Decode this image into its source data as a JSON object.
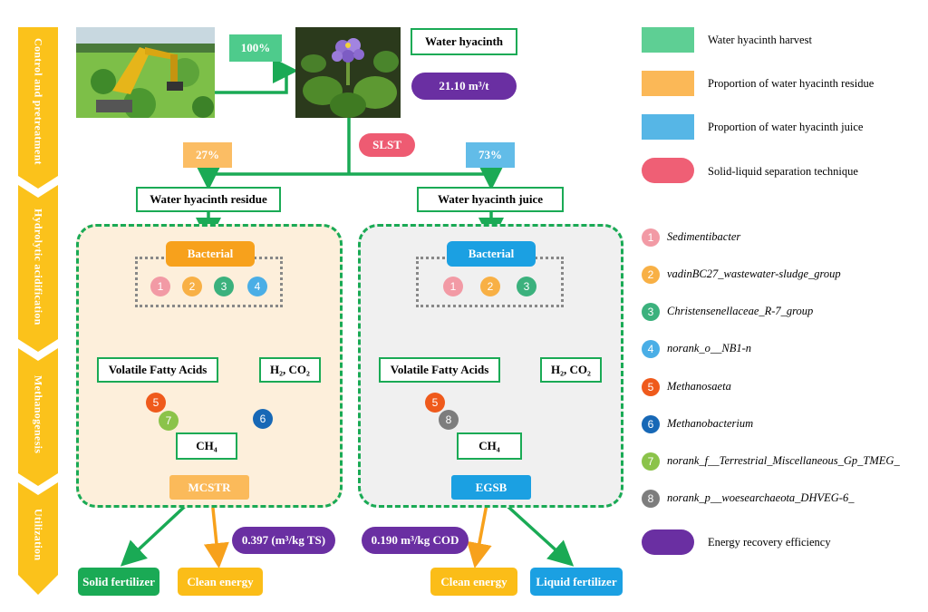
{
  "stages": [
    "Control and pretreatment",
    "Hydrolytic acidification",
    "Methanogenesis",
    "Utilization"
  ],
  "top": {
    "harvest_pct": "100%",
    "water_hyacinth": "Water hyacinth",
    "energy": "21.10 m³/t",
    "slst": "SLST",
    "residue_pct": "27%",
    "juice_pct": "73%"
  },
  "residue": {
    "title": "Water hyacinth residue",
    "bacterial": "Bacterial",
    "bact_nums": [
      "1",
      "2",
      "3",
      "4"
    ],
    "vfa": "Volatile Fatty Acids",
    "h2": "H₂, CO₂",
    "ch4": "CH₄",
    "arch_nums": [
      "5",
      "7",
      "6"
    ],
    "reactor": "MCSTR",
    "efficiency": "0.397 (m³/kg TS)",
    "out_left": "Solid fertilizer",
    "out_right": "Clean energy"
  },
  "juice": {
    "title": "Water hyacinth juice",
    "bacterial": "Bacterial",
    "bact_nums": [
      "1",
      "2",
      "3"
    ],
    "vfa": "Volatile Fatty Acids",
    "h2": "H₂, CO₂",
    "ch4": "CH₄",
    "arch_nums": [
      "5",
      "8"
    ],
    "reactor": "EGSB",
    "efficiency": "0.190 m³/kg COD",
    "out_left": "Clean energy",
    "out_right": "Liquid fertilizer"
  },
  "legend": {
    "swatches": [
      {
        "label": "Water hyacinth harvest",
        "color": "#5ecf94"
      },
      {
        "label": "Proportion of water hyacinth residue",
        "color": "#fbb857"
      },
      {
        "label": "Proportion of water hyacinth juice",
        "color": "#56b6e6"
      },
      {
        "label": "Solid-liquid separation technique",
        "color": "#ef5f75"
      }
    ],
    "organisms": [
      {
        "num": "1",
        "label": "Sedimentibacter",
        "color": "#f29aa5"
      },
      {
        "num": "2",
        "label": "vadinBC27_wastewater-sludge_group",
        "color": "#f8b045"
      },
      {
        "num": "3",
        "label": "Christensenellaceae_R-7_group",
        "color": "#3bb17d"
      },
      {
        "num": "4",
        "label": "norank_o__NB1-n",
        "color": "#4aaee6"
      },
      {
        "num": "5",
        "label": "Methanosaeta",
        "color": "#ef5a1c"
      },
      {
        "num": "6",
        "label": "Methanobacterium",
        "color": "#1768b6"
      },
      {
        "num": "7",
        "label": "norank_f__Terrestrial_Miscellaneous_Gp_TMEG_",
        "color": "#8bc34a"
      },
      {
        "num": "8",
        "label": "norank_p__woesearchaeota_DHVEG-6_",
        "color": "#7d7d7d"
      }
    ],
    "energy_label": "Energy recovery efficiency",
    "energy_color": "#6a2fa2"
  },
  "colors": {
    "green": "#1aaa55",
    "orange": "#f7a11c",
    "blue": "#1ba0e2",
    "pink": "#ee5b72",
    "purple": "#6a2fa2"
  }
}
